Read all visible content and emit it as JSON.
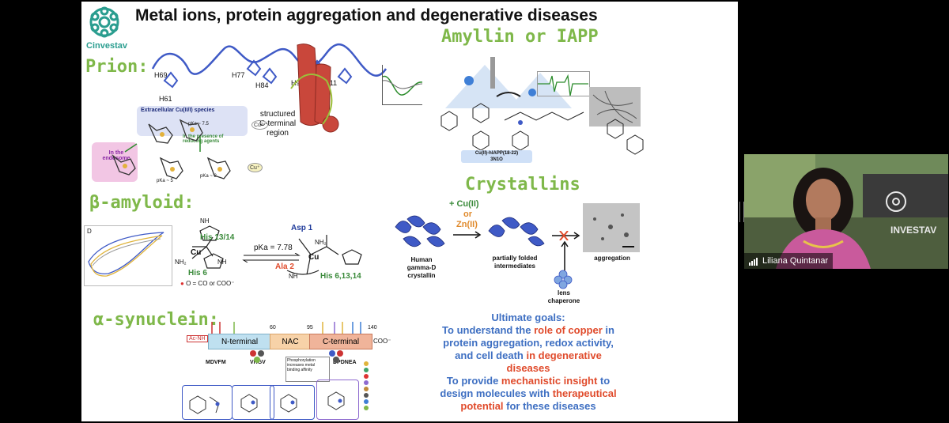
{
  "slide": {
    "title": "Metal ions, protein aggregation and degenerative diseases",
    "logo_text": "Cinvestav",
    "sections": {
      "prion": "Prion:",
      "amyllin": "Amyllin or IAPP",
      "beta_amyloid": "β-amyloid:",
      "crystallins": "Crystallins",
      "alpha_synuclein": "α-synuclein:"
    },
    "prion_labels": {
      "residues": [
        "H69",
        "H61",
        "H77",
        "H84",
        "H98",
        "H111"
      ],
      "structured": "structured",
      "c_terminal": "C-terminal",
      "region": "region",
      "extracellular": "Extracellular Cu(II/I) species",
      "endosome": "In the endosome",
      "reducing": "In the presence of reducing agents",
      "pka1": "pKa ~ 7.5",
      "pka2": "pKa ~ 5",
      "pka3": "pKa ~ 8",
      "cu2": "Cu²⁺",
      "cu1": "Cu⁺"
    },
    "iapp_labels": {
      "complex": "Cu(II)-hIAPP(18-22)",
      "code": "3N1O"
    },
    "amyloid_labels": {
      "his1314": "His 13/14",
      "his6": "His 6",
      "nh2": "NH₂",
      "nh": "NH",
      "cu": "Cu",
      "pka": "pKa = 7.78",
      "asp1": "Asp 1",
      "ala2": "Ala 2",
      "his61314": "His 6,13,14",
      "legend": "O = CO or COO⁻",
      "panel": "D"
    },
    "crystallin_labels": {
      "plus_cu": "+ Cu(II)",
      "or": "or",
      "zn": "Zn(II)",
      "human": "Human",
      "gamma": "gamma-D",
      "crystallin": "crystallin",
      "partially": "partially folded",
      "intermediates": "intermediates",
      "aggregation": "aggregation",
      "lens": "lens",
      "chaperone": "chaperone"
    },
    "synuclein_labels": {
      "n_terminal": "N-terminal",
      "nac": "NAC",
      "c_terminal": "C-terminal",
      "coo": "COO⁻",
      "ac_nh": "Ac-NH",
      "n60": "60",
      "n95": "95",
      "n140": "140",
      "mdvfm": "MDVFM",
      "vhgv": "VHGV",
      "dpdnea": "DPDNEA",
      "phospho": "Phosphorylation increases metal binding affinity"
    },
    "goals": {
      "heading": "Ultimate goals:",
      "l1a": "To understand the ",
      "l1b": "role of copper",
      "l1c": " in",
      "l2": "protein aggregation, redox activity,",
      "l3a": "and cell death ",
      "l3b": "in degenerative",
      "l4": "diseases",
      "l5a": "To provide ",
      "l5b": "mechanistic insight",
      "l5c": " to",
      "l6a": "design molecules with ",
      "l6b": "therapeutical",
      "l7a": "potential",
      "l7b": " for these diseases"
    }
  },
  "video": {
    "participant_name": "Liliana Quintanar",
    "background_sign": "INVESTAV"
  },
  "colors": {
    "green_heading": "#7fb84a",
    "goal_blue": "#3e6fc2",
    "goal_red": "#e04b2c",
    "protein_blue": "#3f5ac6"
  }
}
